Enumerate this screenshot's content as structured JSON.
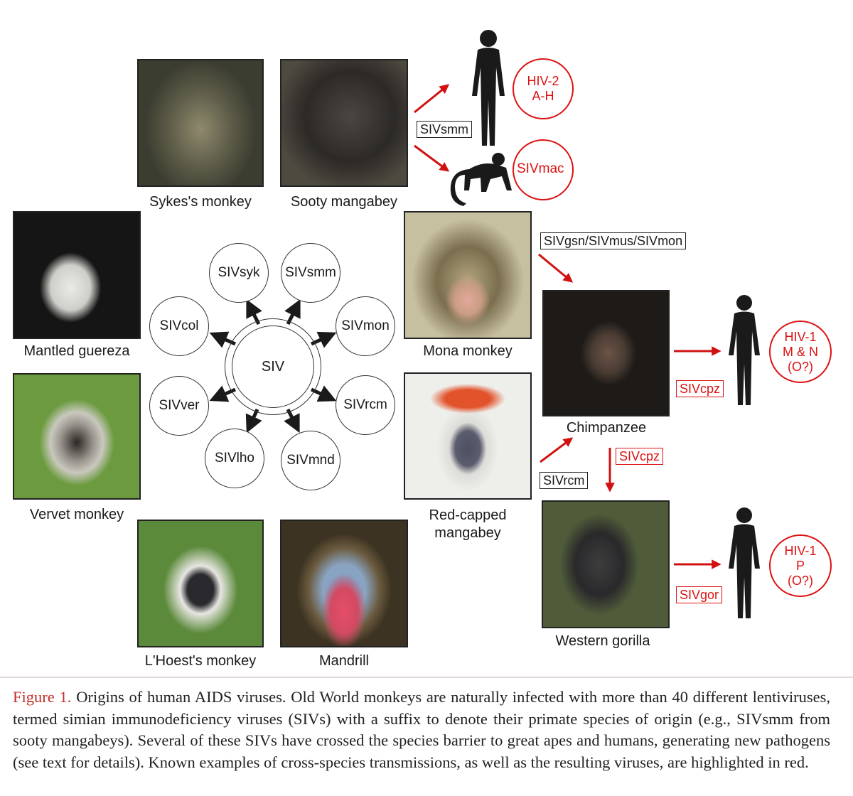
{
  "photos": {
    "sykes": "Sykes's monkey",
    "sooty": "Sooty mangabey",
    "mantled": "Mantled guereza",
    "vervet": "Vervet monkey",
    "lhoest": "L'Hoest's monkey",
    "mandrill": "Mandrill",
    "mona": "Mona monkey",
    "redcapped_1": "Red-capped",
    "redcapped_2": "mangabey",
    "chimp": "Chimpanzee",
    "gorilla": "Western gorilla"
  },
  "hub": {
    "label": "SIV"
  },
  "satellites": {
    "syk": "SIVsyk",
    "smm": "SIVsmm",
    "mon": "SIVmon",
    "rcm": "SIVrcm",
    "mnd": "SIVmnd",
    "lho": "SIVlho",
    "ver": "SIVver",
    "col": "SIVcol"
  },
  "labels": {
    "sivsmm": "SIVsmm",
    "sivmac": "SIVmac",
    "gsn": "SIVgsn/SIVmus/SIVmon",
    "sivcpz_1": "SIVcpz",
    "sivrcm": "SIVrcm",
    "sivcpz_2": "SIVcpz",
    "sivgor": "SIVgor"
  },
  "hiv": {
    "hiv2_1": "HIV-2",
    "hiv2_2": "A-H",
    "hiv1a_1": "HIV-1",
    "hiv1a_2": "M & N",
    "hiv1a_3": "(O?)",
    "hiv1b_1": "HIV-1",
    "hiv1b_2": "P",
    "hiv1b_3": "(O?)"
  },
  "caption": {
    "figure": "Figure 1.",
    "text": "Origins of human AIDS viruses. Old World monkeys are naturally infected with more than 40 different lentiviruses, termed simian immunodeficiency viruses (SIVs) with a suffix to denote their primate species of origin (e.g., SIVsmm from sooty mangabeys). Several of these SIVs have crossed the species barrier to great apes and humans, generating new pathogens (see text for details). Known examples of cross-species transmissions, as well as the resulting viruses, are highlighted in red."
  },
  "colors": {
    "red": "#d11111",
    "caption_red": "#c0302a"
  }
}
